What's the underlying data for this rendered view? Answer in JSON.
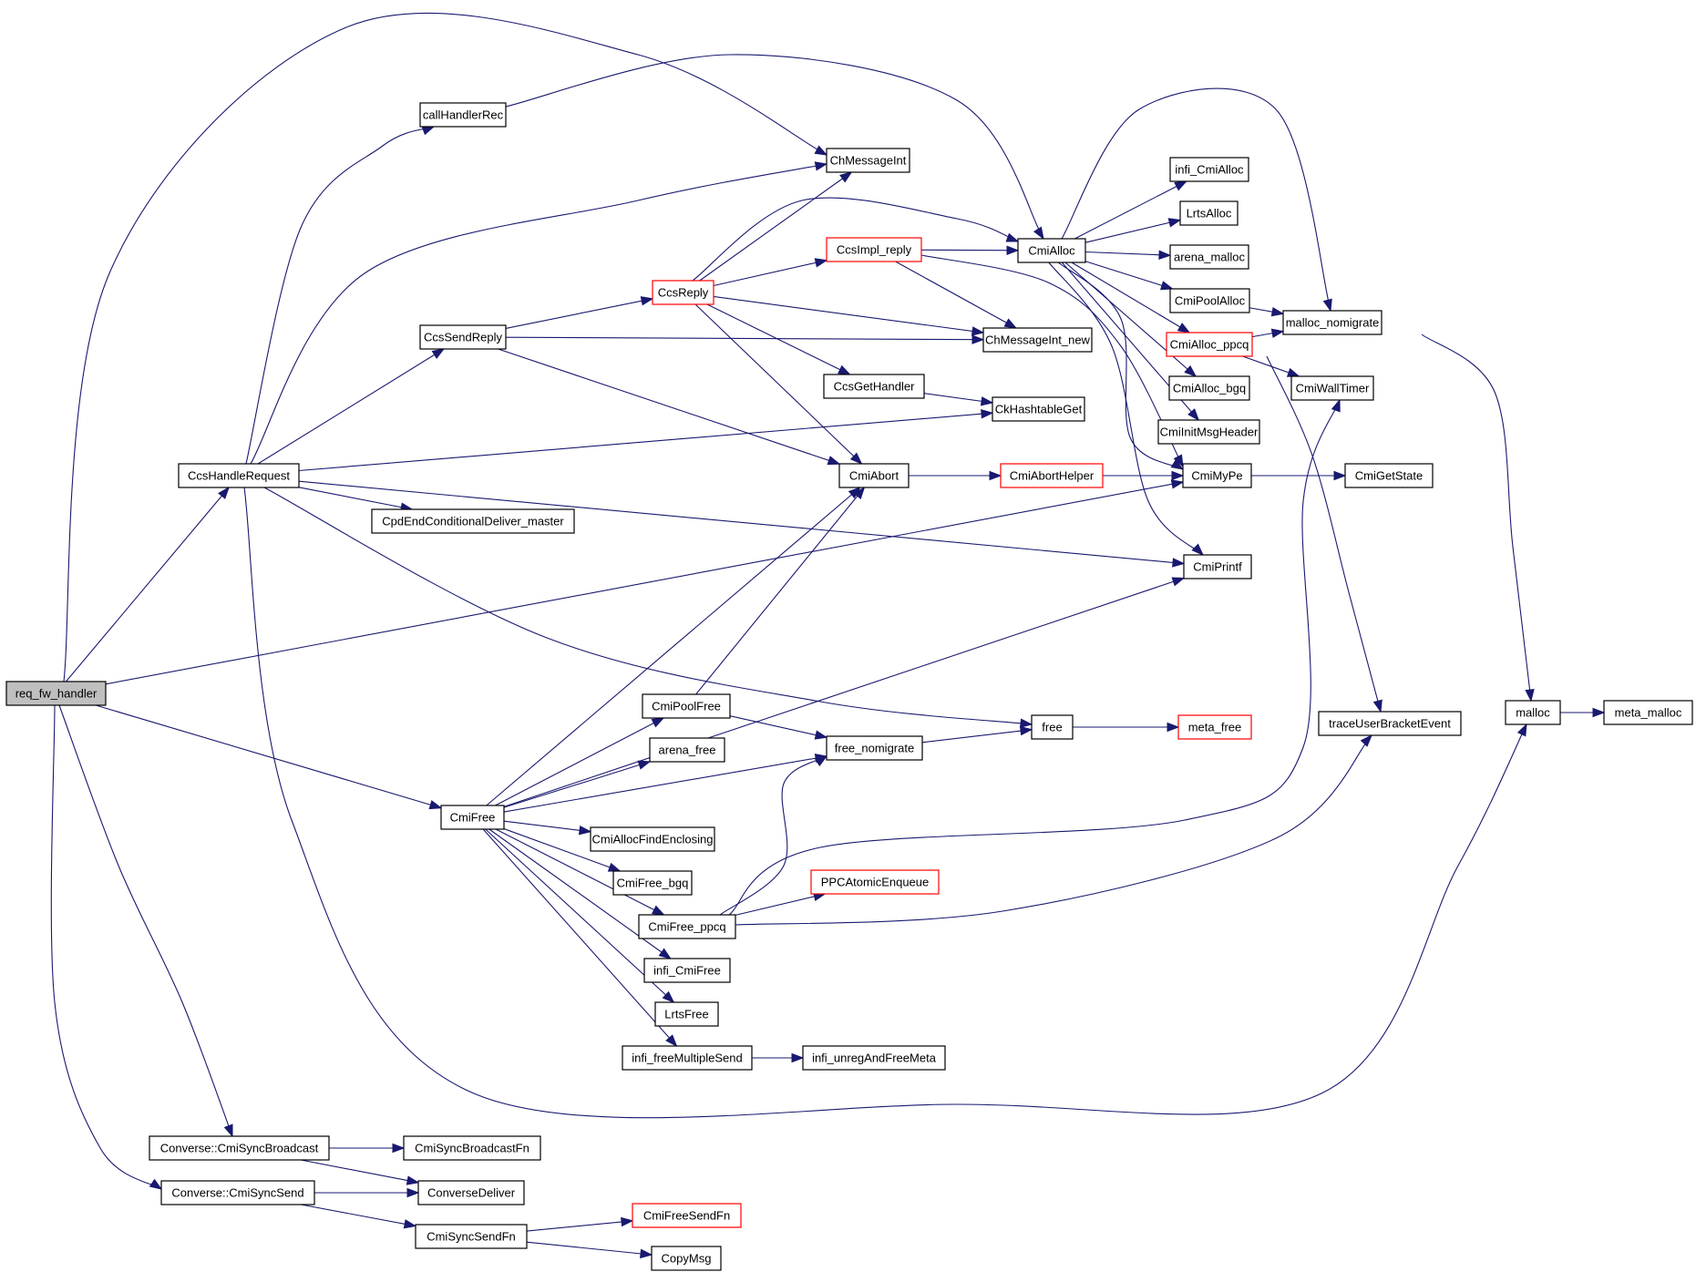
{
  "title": "Call graph for req_fw_handler",
  "colors": {
    "edge": "#191970",
    "root_fill": "#bfbfbf",
    "node_fill": "#ffffff",
    "node_border": "#000000",
    "truncated_border": "#ff0000"
  },
  "nodes": [
    {
      "id": "req_fw_handler",
      "label": "req_fw_handler",
      "kind": "root"
    },
    {
      "id": "callHandlerRec",
      "label": "callHandlerRec",
      "kind": "normal"
    },
    {
      "id": "ChMessageInt",
      "label": "ChMessageInt",
      "kind": "normal"
    },
    {
      "id": "CcsReply",
      "label": "CcsReply",
      "kind": "truncated"
    },
    {
      "id": "CcsImpl_reply",
      "label": "CcsImpl_reply",
      "kind": "truncated"
    },
    {
      "id": "CcsSendReply",
      "label": "CcsSendReply",
      "kind": "normal"
    },
    {
      "id": "CmiAlloc",
      "label": "CmiAlloc",
      "kind": "normal"
    },
    {
      "id": "infi_CmiAlloc",
      "label": "infi_CmiAlloc",
      "kind": "normal"
    },
    {
      "id": "LrtsAlloc",
      "label": "LrtsAlloc",
      "kind": "normal"
    },
    {
      "id": "arena_malloc",
      "label": "arena_malloc",
      "kind": "normal"
    },
    {
      "id": "CmiPoolAlloc",
      "label": "CmiPoolAlloc",
      "kind": "normal"
    },
    {
      "id": "malloc_nomigrate",
      "label": "malloc_nomigrate",
      "kind": "normal"
    },
    {
      "id": "CmiAlloc_ppcq",
      "label": "CmiAlloc_ppcq",
      "kind": "truncated"
    },
    {
      "id": "CmiWallTimer",
      "label": "CmiWallTimer",
      "kind": "normal"
    },
    {
      "id": "CmiAlloc_bgq",
      "label": "CmiAlloc_bgq",
      "kind": "normal"
    },
    {
      "id": "CmiInitMsgHeader",
      "label": "CmiInitMsgHeader",
      "kind": "normal"
    },
    {
      "id": "ChMessageInt_new",
      "label": "ChMessageInt_new",
      "kind": "normal"
    },
    {
      "id": "CcsGetHandler",
      "label": "CcsGetHandler",
      "kind": "normal"
    },
    {
      "id": "CkHashtableGet",
      "label": "CkHashtableGet",
      "kind": "normal"
    },
    {
      "id": "CcsHandleRequest",
      "label": "CcsHandleRequest",
      "kind": "normal"
    },
    {
      "id": "CmiAbort",
      "label": "CmiAbort",
      "kind": "normal"
    },
    {
      "id": "CmiAbortHelper",
      "label": "CmiAbortHelper",
      "kind": "truncated"
    },
    {
      "id": "CmiMyPe",
      "label": "CmiMyPe",
      "kind": "normal"
    },
    {
      "id": "CmiGetState",
      "label": "CmiGetState",
      "kind": "normal"
    },
    {
      "id": "CpdEndConditionalDeliver_master",
      "label": "CpdEndConditionalDeliver_master",
      "kind": "normal"
    },
    {
      "id": "CmiPrintf",
      "label": "CmiPrintf",
      "kind": "normal"
    },
    {
      "id": "CmiPoolFree",
      "label": "CmiPoolFree",
      "kind": "normal"
    },
    {
      "id": "arena_free",
      "label": "arena_free",
      "kind": "normal"
    },
    {
      "id": "free_nomigrate",
      "label": "free_nomigrate",
      "kind": "normal"
    },
    {
      "id": "free",
      "label": "free",
      "kind": "normal"
    },
    {
      "id": "meta_free",
      "label": "meta_free",
      "kind": "truncated"
    },
    {
      "id": "traceUserBracketEvent",
      "label": "traceUserBracketEvent",
      "kind": "normal"
    },
    {
      "id": "malloc",
      "label": "malloc",
      "kind": "normal"
    },
    {
      "id": "meta_malloc",
      "label": "meta_malloc",
      "kind": "normal"
    },
    {
      "id": "CmiFree",
      "label": "CmiFree",
      "kind": "normal"
    },
    {
      "id": "CmiAllocFindEnclosing",
      "label": "CmiAllocFindEnclosing",
      "kind": "normal"
    },
    {
      "id": "CmiFree_bgq",
      "label": "CmiFree_bgq",
      "kind": "normal"
    },
    {
      "id": "PPCAtomicEnqueue",
      "label": "PPCAtomicEnqueue",
      "kind": "truncated"
    },
    {
      "id": "CmiFree_ppcq",
      "label": "CmiFree_ppcq",
      "kind": "normal"
    },
    {
      "id": "infi_CmiFree",
      "label": "infi_CmiFree",
      "kind": "normal"
    },
    {
      "id": "LrtsFree",
      "label": "LrtsFree",
      "kind": "normal"
    },
    {
      "id": "infi_freeMultipleSend",
      "label": "infi_freeMultipleSend",
      "kind": "normal"
    },
    {
      "id": "infi_unregAndFreeMeta",
      "label": "infi_unregAndFreeMeta",
      "kind": "normal"
    },
    {
      "id": "Converse_CmiSyncBroadcast",
      "label": "Converse::CmiSyncBroadcast",
      "kind": "normal"
    },
    {
      "id": "CmiSyncBroadcastFn",
      "label": "CmiSyncBroadcastFn",
      "kind": "normal"
    },
    {
      "id": "Converse_CmiSyncSend",
      "label": "Converse::CmiSyncSend",
      "kind": "normal"
    },
    {
      "id": "ConverseDeliver",
      "label": "ConverseDeliver",
      "kind": "normal"
    },
    {
      "id": "CmiSyncSendFn",
      "label": "CmiSyncSendFn",
      "kind": "normal"
    },
    {
      "id": "CmiFreeSendFn",
      "label": "CmiFreeSendFn",
      "kind": "truncated"
    },
    {
      "id": "CopyMsg",
      "label": "CopyMsg",
      "kind": "normal"
    }
  ],
  "edges": [
    [
      "req_fw_handler",
      "CcsHandleRequest"
    ],
    [
      "req_fw_handler",
      "ChMessageInt"
    ],
    [
      "req_fw_handler",
      "CmiMyPe"
    ],
    [
      "req_fw_handler",
      "CmiFree"
    ],
    [
      "req_fw_handler",
      "Converse_CmiSyncBroadcast"
    ],
    [
      "req_fw_handler",
      "Converse_CmiSyncSend"
    ],
    [
      "CcsHandleRequest",
      "callHandlerRec"
    ],
    [
      "CcsHandleRequest",
      "ChMessageInt"
    ],
    [
      "CcsHandleRequest",
      "CcsSendReply"
    ],
    [
      "CcsHandleRequest",
      "CkHashtableGet"
    ],
    [
      "CcsHandleRequest",
      "CpdEndConditionalDeliver_master"
    ],
    [
      "CcsHandleRequest",
      "CmiPrintf"
    ],
    [
      "CcsHandleRequest",
      "free"
    ],
    [
      "CcsHandleRequest",
      "malloc"
    ],
    [
      "callHandlerRec",
      "CmiAlloc"
    ],
    [
      "CcsSendReply",
      "CcsReply"
    ],
    [
      "CcsSendReply",
      "ChMessageInt_new"
    ],
    [
      "CcsSendReply",
      "CmiAbort"
    ],
    [
      "CcsReply",
      "ChMessageInt"
    ],
    [
      "CcsReply",
      "CmiAlloc"
    ],
    [
      "CcsReply",
      "CcsImpl_reply"
    ],
    [
      "CcsReply",
      "ChMessageInt_new"
    ],
    [
      "CcsReply",
      "CcsGetHandler"
    ],
    [
      "CcsReply",
      "CmiAbort"
    ],
    [
      "CcsImpl_reply",
      "CmiAlloc"
    ],
    [
      "CcsImpl_reply",
      "ChMessageInt_new"
    ],
    [
      "CcsImpl_reply",
      "CmiMyPe"
    ],
    [
      "CcsGetHandler",
      "CkHashtableGet"
    ],
    [
      "CmiAlloc",
      "infi_CmiAlloc"
    ],
    [
      "CmiAlloc",
      "LrtsAlloc"
    ],
    [
      "CmiAlloc",
      "arena_malloc"
    ],
    [
      "CmiAlloc",
      "CmiPoolAlloc"
    ],
    [
      "CmiAlloc",
      "malloc_nomigrate"
    ],
    [
      "CmiAlloc",
      "CmiAlloc_ppcq"
    ],
    [
      "CmiAlloc",
      "CmiAlloc_bgq"
    ],
    [
      "CmiAlloc",
      "CmiInitMsgHeader"
    ],
    [
      "CmiAlloc",
      "CmiMyPe"
    ],
    [
      "CmiAlloc",
      "CmiPrintf"
    ],
    [
      "CmiPoolAlloc",
      "malloc_nomigrate"
    ],
    [
      "CmiAlloc_ppcq",
      "malloc_nomigrate"
    ],
    [
      "CmiAlloc_ppcq",
      "CmiWallTimer"
    ],
    [
      "CmiAlloc_ppcq",
      "traceUserBracketEvent"
    ],
    [
      "malloc_nomigrate",
      "malloc"
    ],
    [
      "CmiAbort",
      "CmiAbortHelper"
    ],
    [
      "CmiAbortHelper",
      "CmiMyPe"
    ],
    [
      "CmiMyPe",
      "CmiGetState"
    ],
    [
      "CmiFree",
      "CmiAbort"
    ],
    [
      "CmiFree",
      "CmiPrintf"
    ],
    [
      "CmiFree",
      "CmiPoolFree"
    ],
    [
      "CmiFree",
      "arena_free"
    ],
    [
      "CmiFree",
      "free_nomigrate"
    ],
    [
      "CmiFree",
      "CmiAllocFindEnclosing"
    ],
    [
      "CmiFree",
      "CmiFree_bgq"
    ],
    [
      "CmiFree",
      "CmiFree_ppcq"
    ],
    [
      "CmiFree",
      "infi_CmiFree"
    ],
    [
      "CmiFree",
      "LrtsFree"
    ],
    [
      "CmiFree",
      "infi_freeMultipleSend"
    ],
    [
      "CmiPoolFree",
      "CmiAbort"
    ],
    [
      "CmiPoolFree",
      "free_nomigrate"
    ],
    [
      "free_nomigrate",
      "free"
    ],
    [
      "free",
      "meta_free"
    ],
    [
      "CmiFree_ppcq",
      "free_nomigrate"
    ],
    [
      "CmiFree_ppcq",
      "PPCAtomicEnqueue"
    ],
    [
      "CmiFree_ppcq",
      "CmiWallTimer"
    ],
    [
      "CmiFree_ppcq",
      "traceUserBracketEvent"
    ],
    [
      "infi_freeMultipleSend",
      "infi_unregAndFreeMeta"
    ],
    [
      "malloc",
      "meta_malloc"
    ],
    [
      "Converse_CmiSyncBroadcast",
      "CmiSyncBroadcastFn"
    ],
    [
      "Converse_CmiSyncBroadcast",
      "ConverseDeliver"
    ],
    [
      "Converse_CmiSyncSend",
      "ConverseDeliver"
    ],
    [
      "Converse_CmiSyncSend",
      "CmiSyncSendFn"
    ],
    [
      "CmiSyncSendFn",
      "CmiFreeSendFn"
    ],
    [
      "CmiSyncSendFn",
      "CopyMsg"
    ]
  ]
}
